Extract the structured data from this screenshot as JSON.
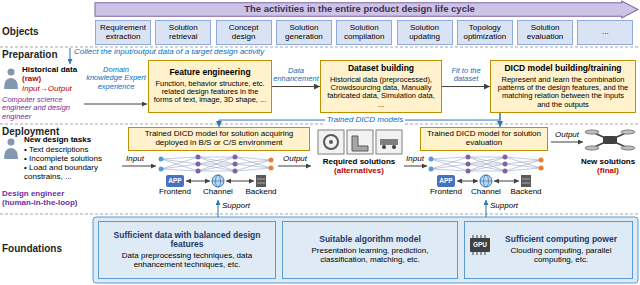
{
  "diagram": {
    "nodes": [
      {
        "text": [
          "The activities in the entire product design life cycle"
        ]
      },
      {
        "text": [
          "Requirement extraction"
        ]
      },
      {
        "text": [
          "Solution retrieval"
        ]
      },
      {
        "text": [
          "Concept design"
        ]
      },
      {
        "text": [
          "Solution generation"
        ]
      },
      {
        "text": [
          "Solution compilation"
        ]
      },
      {
        "text": [
          "Solution updating"
        ]
      },
      {
        "text": [
          "Topology optimization"
        ]
      },
      {
        "text": [
          "Solution evaluation"
        ]
      },
      {
        "text": [
          "..."
        ]
      },
      {
        "text": [
          "Feature engineering",
          "Function, behavior structure, etc. related design features in the forms of text, image, 3D shape, ..."
        ]
      },
      {
        "text": [
          "Dataset building",
          "Historical data (preprocessed), Crowdsourcing data, Manually fabricated data, Simulation data, ..."
        ]
      },
      {
        "text": [
          "DICD model building/training",
          "Represent and learn the combination patterns of the design features, and the matching relation between the inputs and the outputs"
        ]
      },
      {
        "text": [
          "Trained DICD model for solution acquiring deployed in B/S or C/S environment"
        ]
      },
      {
        "text": [
          "Trained DICD model for solution evaluation"
        ]
      },
      {
        "text": [
          "Sufficient data with balanced design features",
          "Data preprocessing techniques, data enhancement techniques, etc."
        ]
      },
      {
        "text": [
          "Suitable algorithm model",
          "Presentation learning, prediction, classification, matching, etc."
        ]
      },
      {
        "text": [
          "Sufficient computing power",
          "Clouding computing, parallel computing, etc."
        ]
      }
    ],
    "edges": [
      {
        "from": 10,
        "to": 11,
        "arrow": "to",
        "label": "Data enhancement"
      },
      {
        "from": 11,
        "to": 12,
        "arrow": "to",
        "label": "Fit to the dataset"
      },
      {
        "from": 12,
        "to": 13,
        "arrow": "to",
        "label": "Trained DICD models"
      },
      {
        "from": 12,
        "to": 14,
        "arrow": "to"
      }
    ],
    "labels": [
      "Objects",
      "Preparation",
      "Deployment",
      "Foundations",
      "Collect the input/output data of a target design activity",
      "Historical data",
      "(raw)",
      "Input→Output",
      "Computer science engineer and design engineer",
      "Domain knowledge Expert experience",
      "New design tasks",
      "• Text descriptions",
      "• Incomplete solutions",
      "• Load and boundary constrains, ...",
      "Design engineer",
      "(human-in-the-loop)",
      "Input",
      "APP",
      "Frontend",
      "Channel",
      "Backend",
      "Output",
      "Required solutions",
      "(alternatives)",
      "Input",
      "APP",
      "Frontend",
      "Channel",
      "Backend",
      "Output",
      "New solutions",
      "(final)",
      "Support",
      "Support",
      "GPU"
    ]
  }
}
